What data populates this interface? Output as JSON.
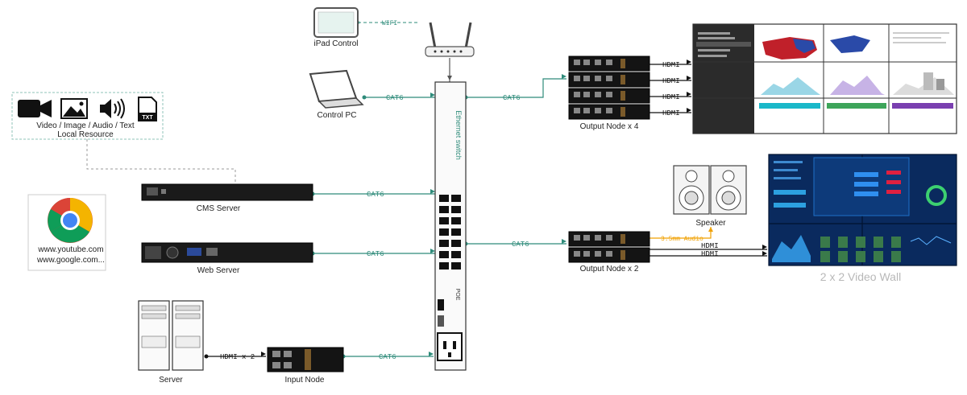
{
  "colors": {
    "cat6": "#2e8b7a",
    "wifi": "#2e8b7a",
    "audio": "#f0a000",
    "hdmi": "#111111",
    "dashed_border": "#8fc3b8",
    "video_wall_caption": "#b8b8b8",
    "wall_blue": "#0a2a5e"
  },
  "labels": {
    "ipad": "iPad Control",
    "wifi": "WIFI",
    "control_pc": "Control PC",
    "cat6": "CAT6",
    "local_resource_line1": "Video / Image / Audio / Text",
    "local_resource_line2": "Local Resource",
    "txt_icon": "TXT",
    "web_line1": "www.youtube.com",
    "web_line2": "www.google.com...",
    "cms_server": "CMS Server",
    "web_server": "Web Server",
    "server": "Server",
    "hdmi_x2": "HDMI x 2",
    "input_node": "Input Node",
    "switch_title": "Ethernet switch",
    "poe": "POE",
    "output_node_4": "Output Node x 4",
    "output_node_2": "Output Node x 2",
    "hdmi": "HDMI",
    "audio": "3.5mm Audio",
    "speaker": "Speaker",
    "video_wall": "2 x 2 Video Wall"
  },
  "icons": {
    "video": "video-camera-icon",
    "image": "image-icon",
    "audio": "speaker-volume-icon",
    "text": "text-file-icon",
    "browser": "chrome-browser-icon",
    "router": "wifi-router-icon",
    "tablet": "tablet-icon",
    "laptop": "laptop-icon"
  }
}
